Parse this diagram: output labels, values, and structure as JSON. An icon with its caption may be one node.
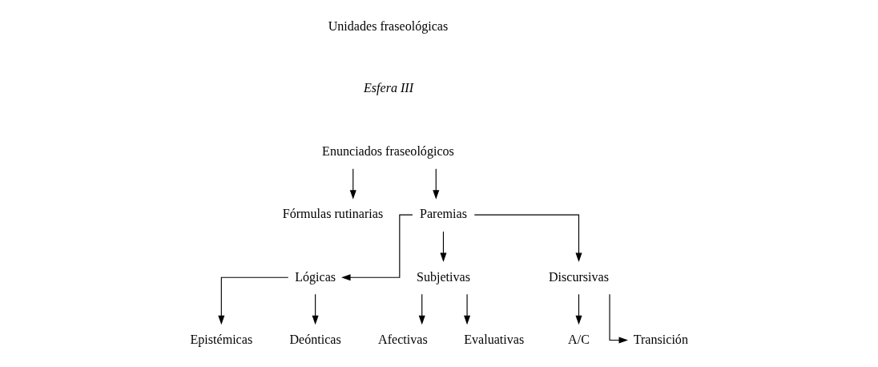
{
  "diagram": {
    "nodes": [
      {
        "text": [
          "Enunciados fraseológicos"
        ]
      },
      {
        "text": [
          "Fórmulas rutinarias"
        ]
      },
      {
        "text": [
          "Paremias"
        ]
      },
      {
        "text": [
          "Lógicas"
        ]
      },
      {
        "text": [
          "Subjetivas"
        ]
      },
      {
        "text": [
          "Discursivas"
        ]
      },
      {
        "text": [
          "Epistémicas"
        ]
      },
      {
        "text": [
          "Deónticas"
        ]
      },
      {
        "text": [
          "Afectivas"
        ]
      },
      {
        "text": [
          "Evaluativas"
        ]
      },
      {
        "text": [
          "A/C"
        ]
      },
      {
        "text": [
          "Transición"
        ]
      }
    ],
    "edges": [
      {
        "from": 0,
        "to": 1,
        "arrow": "to"
      },
      {
        "from": 0,
        "to": 2,
        "arrow": "to"
      },
      {
        "from": 2,
        "to": 3,
        "arrow": "to"
      },
      {
        "from": 2,
        "to": 4,
        "arrow": "to"
      },
      {
        "from": 2,
        "to": 5,
        "arrow": "to"
      },
      {
        "from": 3,
        "to": 6,
        "arrow": "to"
      },
      {
        "from": 3,
        "to": 7,
        "arrow": "to"
      },
      {
        "from": 4,
        "to": 8,
        "arrow": "to"
      },
      {
        "from": 4,
        "to": 9,
        "arrow": "to"
      },
      {
        "from": 5,
        "to": 10,
        "arrow": "to"
      },
      {
        "from": 5,
        "to": 11,
        "arrow": "to"
      }
    ],
    "labels": [
      "Unidades fraseológicas",
      "Esfera III"
    ]
  }
}
